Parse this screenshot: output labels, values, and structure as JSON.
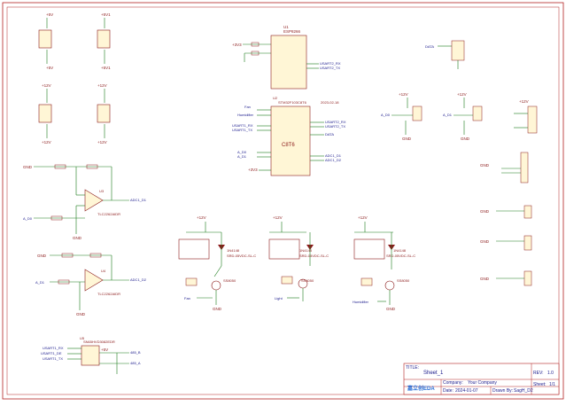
{
  "colors": {
    "border": "#b22222",
    "wire": "#1a7a1a",
    "part": "#8b1a1a",
    "label": "#1a1a8c",
    "fill": "#fff6d6"
  },
  "power_labels": {
    "p1a": "+5V",
    "p1b": "+5V",
    "p2a": "+5V1",
    "p2b": "+5V1",
    "p3a": "+12V",
    "p3b": "+12V",
    "p4a": "+12V",
    "p4b": "+12V",
    "esp_vcc": "+3V3",
    "mcu_vcc": "+3V3",
    "relay1": "+12V",
    "relay2": "+12V",
    "relay3": "+12V",
    "sens1": "+12V",
    "sens2": "+12V",
    "sens3": "+12V",
    "rs485": "+5V"
  },
  "gnd_label": "GND",
  "parts": {
    "esp": {
      "ref": "U1",
      "name": "ESP8266"
    },
    "mcu": {
      "ref": "U2",
      "name": "C8T6",
      "title_mark": "STM32F103C8T6",
      "note": "2023-02-18"
    },
    "opamp1": {
      "ref": "U3",
      "name": "TLC2262AIDR"
    },
    "opamp2": {
      "ref": "U4",
      "name": "TLC2262AIDR"
    },
    "rs485": {
      "ref": "U5",
      "name": "SN65HVD3082EDR"
    },
    "relay": "SRD-05VDC-SL-C",
    "transistor": "SS8050",
    "diode": "1N4148"
  },
  "nets": {
    "uart1_rx": "USART1_RX",
    "uart1_tx": "USART1_TX",
    "uart2_rx": "USART2_RX",
    "uart2_tx": "USART2_TX",
    "adc1": "ADC1_D1",
    "adc2": "ADC1_D2",
    "a_d0": "A_D0",
    "a_d1": "A_D1",
    "fan": "Fan",
    "light": "Light",
    "humidifier": "Humidifier",
    "dht": "DATA",
    "rs485_a": "485_A",
    "rs485_b": "485_B",
    "rs485_de": "USART1_DE"
  },
  "title_block": {
    "title_label": "TITLE:",
    "title": "Sheet_1",
    "rev_label": "REV:",
    "rev": "1.0",
    "company_label": "Company:",
    "company": "Your Company",
    "date_label": "Date:",
    "date": "2024-01-07",
    "drawn_label": "Drawn By:",
    "drawn": "SagH_D2",
    "sheet_label": "Sheet:",
    "sheet": "1/1",
    "logo": "嘉立创EDA"
  }
}
